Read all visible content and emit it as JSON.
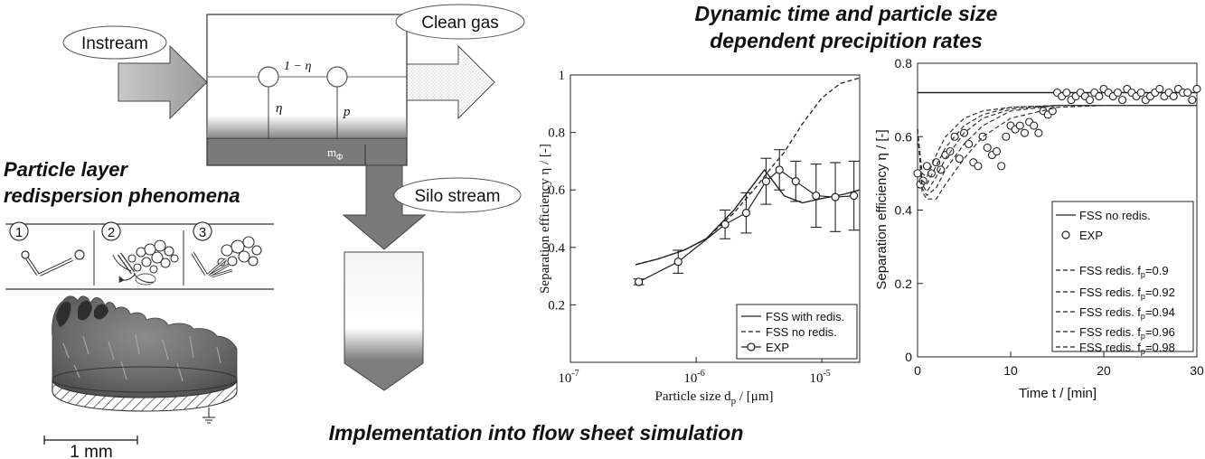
{
  "labels": {
    "instream": "Instream",
    "clean_gas": "Clean gas",
    "silo_stream": "Silo stream",
    "one_minus_eta": "1 − η",
    "eta": "η",
    "p": "p",
    "m_phi": "m",
    "m_phi_sub": "Φ"
  },
  "headings": {
    "top_right_line1": "Dynamic time and particle size",
    "top_right_line2": "dependent precipition rates",
    "left_line1": "Particle layer",
    "left_line2": "redispersion phenomena",
    "bottom": "Implementation into flow sheet simulation"
  },
  "steps": [
    "1",
    "2",
    "3"
  ],
  "scale_bar": "1 mm",
  "chart_data": [
    {
      "type": "line",
      "x_scale": "log",
      "xlim": [
        1e-07,
        2e-05
      ],
      "ylim": [
        0,
        1
      ],
      "x_ticks": [
        "10",
        "10",
        "10"
      ],
      "x_tick_exponents": [
        "-7",
        "-6",
        "-5"
      ],
      "x_tick_values": [
        1e-07,
        1e-06,
        1e-05
      ],
      "y_ticks": [
        "0.2",
        "0.4",
        "0.6",
        "0.8",
        "1"
      ],
      "y_tick_values": [
        0.2,
        0.4,
        0.6,
        0.8,
        1.0
      ],
      "xlabel": "Particle size d",
      "xlabel_sub": "p",
      "xlabel_unit": " / [μm]",
      "ylabel": "Separation efficiency η / [-]",
      "legend": [
        "FSS with redis.",
        "FSS no redis.",
        "EXP"
      ],
      "legend_position": "bottom-right",
      "series": [
        {
          "name": "FSS with redis.",
          "style": "solid",
          "x": [
            3.3e-07,
            5e-07,
            8e-07,
            1.2e-06,
            2e-06,
            3.5e-06,
            5e-06,
            7e-06,
            1e-05,
            1.5e-05,
            2e-05
          ],
          "y": [
            0.34,
            0.36,
            0.39,
            0.43,
            0.53,
            0.67,
            0.58,
            0.555,
            0.57,
            0.585,
            0.6
          ]
        },
        {
          "name": "FSS no redis.",
          "style": "dashed",
          "x": [
            3.3e-07,
            5e-07,
            8e-07,
            1.2e-06,
            2e-06,
            3e-06,
            4e-06,
            5e-06,
            7e-06,
            1e-05,
            1.4e-05,
            2e-05
          ],
          "y": [
            0.34,
            0.36,
            0.39,
            0.43,
            0.52,
            0.61,
            0.68,
            0.73,
            0.83,
            0.92,
            0.97,
            0.99
          ]
        },
        {
          "name": "EXP",
          "style": "markers",
          "x": [
            3.5e-07,
            7.2e-07,
            1.7e-06,
            2.5e-06,
            3.6e-06,
            4.6e-06,
            6.2e-06,
            9e-06,
            1.28e-05,
            1.8e-05
          ],
          "y": [
            0.28,
            0.35,
            0.48,
            0.52,
            0.63,
            0.67,
            0.63,
            0.58,
            0.575,
            0.58
          ],
          "err": [
            0.01,
            0.04,
            0.05,
            0.07,
            0.08,
            0.07,
            0.07,
            0.11,
            0.12,
            0.12
          ]
        }
      ]
    },
    {
      "type": "line",
      "xlim": [
        0,
        30
      ],
      "ylim": [
        0,
        0.8
      ],
      "x_ticks": [
        "0",
        "10",
        "20",
        "30"
      ],
      "x_tick_values": [
        0,
        10,
        20,
        30
      ],
      "y_ticks": [
        "0",
        "0.2",
        "0.4",
        "0.6",
        "0.8"
      ],
      "y_tick_values": [
        0,
        0.2,
        0.4,
        0.6,
        0.8
      ],
      "xlabel": "Time t / [min]",
      "ylabel": "Separation efficiency η / [-]",
      "legend": [
        "FSS no redis.",
        "EXP",
        "FSS redis. f",
        "FSS redis. f",
        "FSS redis. f",
        "FSS redis. f",
        "FSS redis. f"
      ],
      "legend_sub": "p",
      "legend_values": [
        "",
        "",
        "=0.9",
        "=0.92",
        "=0.94",
        "=0.96",
        "=0.98"
      ],
      "legend_position": "bottom-right",
      "series": [
        {
          "name": "FSS no redis.",
          "style": "solid",
          "x": [
            0,
            30
          ],
          "y": [
            0.72,
            0.72
          ]
        },
        {
          "name": "EXP",
          "style": "markers",
          "x": [
            0,
            0.3,
            0.6,
            1,
            1.5,
            2,
            2.5,
            3,
            3.5,
            4,
            4.5,
            5,
            5.5,
            6,
            6.5,
            7,
            7.5,
            8,
            8.5,
            9,
            9.5,
            10,
            10.5,
            11,
            11.5,
            12,
            12.5,
            13,
            13.5,
            14,
            14.5,
            15,
            15.5,
            16,
            16.5,
            17,
            17.5,
            18,
            18.5,
            19,
            19.5,
            20,
            20.5,
            21,
            21.5,
            22,
            22.5,
            23,
            23.5,
            24,
            24.5,
            25,
            25.5,
            26,
            26.5,
            27,
            27.5,
            28,
            28.5,
            29,
            29.5,
            30
          ],
          "y": [
            0.5,
            0.47,
            0.48,
            0.52,
            0.5,
            0.53,
            0.51,
            0.55,
            0.56,
            0.6,
            0.54,
            0.61,
            0.58,
            0.53,
            0.52,
            0.6,
            0.57,
            0.55,
            0.56,
            0.52,
            0.6,
            0.63,
            0.62,
            0.63,
            0.61,
            0.64,
            0.63,
            0.61,
            0.67,
            0.66,
            0.67,
            0.72,
            0.71,
            0.72,
            0.7,
            0.71,
            0.72,
            0.71,
            0.7,
            0.72,
            0.71,
            0.73,
            0.72,
            0.71,
            0.72,
            0.7,
            0.73,
            0.72,
            0.71,
            0.72,
            0.7,
            0.71,
            0.72,
            0.73,
            0.71,
            0.72,
            0.71,
            0.73,
            0.72,
            0.72,
            0.7,
            0.73
          ]
        },
        {
          "name": "FSS redis. fp=0.9",
          "style": "dashed",
          "x": [
            0,
            0.5,
            1,
            2,
            3,
            5,
            7,
            10,
            15,
            20,
            30
          ],
          "y": [
            0.62,
            0.5,
            0.49,
            0.55,
            0.6,
            0.65,
            0.67,
            0.68,
            0.685,
            0.685,
            0.685
          ]
        },
        {
          "name": "FSS redis. fp=0.92",
          "style": "dashed",
          "x": [
            0,
            0.5,
            1,
            2,
            3,
            5,
            7,
            10,
            15,
            20,
            30
          ],
          "y": [
            0.62,
            0.48,
            0.47,
            0.52,
            0.57,
            0.63,
            0.66,
            0.68,
            0.685,
            0.685,
            0.685
          ]
        },
        {
          "name": "FSS redis. fp=0.94",
          "style": "dashed",
          "x": [
            0,
            0.5,
            1,
            2,
            3,
            5,
            7,
            10,
            15,
            20,
            30
          ],
          "y": [
            0.62,
            0.47,
            0.45,
            0.49,
            0.54,
            0.61,
            0.65,
            0.675,
            0.685,
            0.685,
            0.685
          ]
        },
        {
          "name": "FSS redis. fp=0.96",
          "style": "dashed",
          "x": [
            0,
            0.5,
            1,
            2,
            3,
            5,
            7,
            10,
            15,
            20,
            30
          ],
          "y": [
            0.62,
            0.46,
            0.44,
            0.46,
            0.51,
            0.58,
            0.63,
            0.67,
            0.685,
            0.685,
            0.685
          ]
        },
        {
          "name": "FSS redis. fp=0.98",
          "style": "dashed",
          "x": [
            0,
            0.5,
            1,
            2,
            3,
            5,
            7,
            10,
            15,
            20,
            30
          ],
          "y": [
            0.62,
            0.45,
            0.43,
            0.43,
            0.47,
            0.54,
            0.6,
            0.65,
            0.68,
            0.685,
            0.685
          ]
        }
      ]
    }
  ]
}
